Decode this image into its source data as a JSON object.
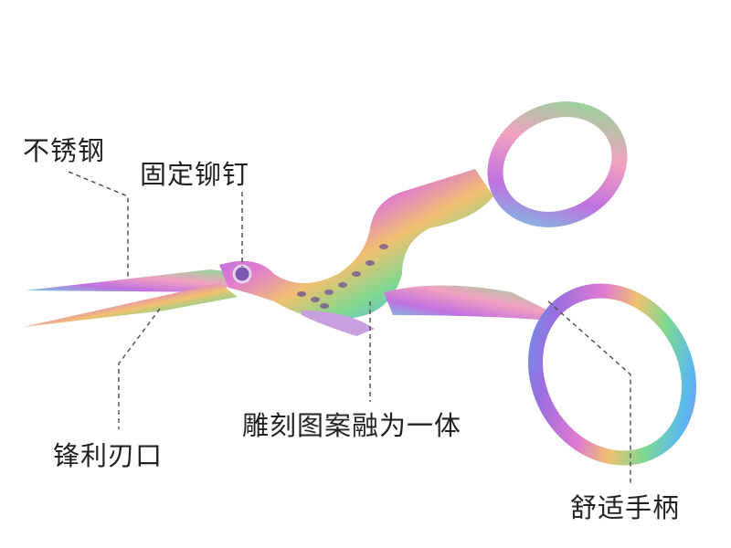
{
  "labels": {
    "stainless_steel": "不锈钢",
    "fixed_rivet": "固定铆钉",
    "engraved_pattern": "雕刻图案融为一体",
    "sharp_blade": "锋利刃口",
    "comfortable_handle": "舒适手柄"
  },
  "colors": {
    "line": "#555555",
    "text": "#222222"
  }
}
